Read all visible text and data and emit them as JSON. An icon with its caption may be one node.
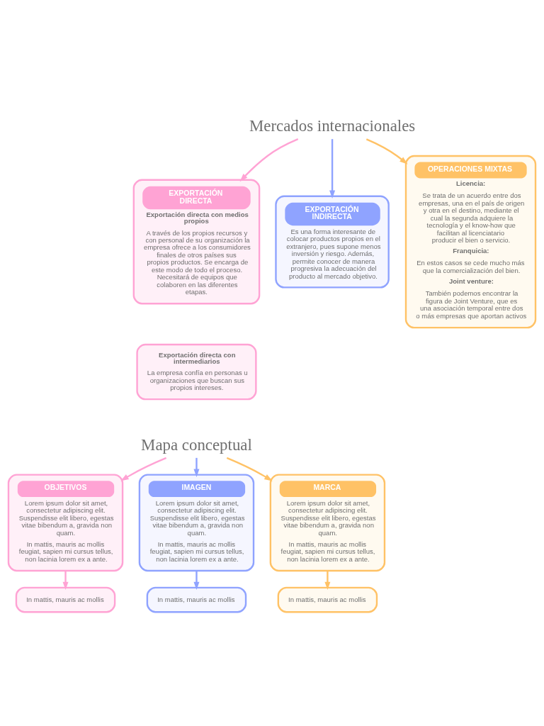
{
  "diagram": {
    "nodes": [
      {
        "text": [
          "Mercados internacionales"
        ]
      },
      {
        "text": [
          "EXPORTACIÓN DIRECTA",
          "Exportación directa con medios propios",
          "A través de los propios recursos y con personal de su organización la empresa ofrece a los consumidores finales de otros países sus propios productos. Se encarga de este modo de todo el proceso. Necesitará de equipos que colaboren en las diferentes etapas."
        ]
      },
      {
        "text": [
          "Exportación directa con intermediarios",
          "La empresa confía en personas u organizaciones que buscan sus propios intereses."
        ]
      },
      {
        "text": [
          "EXPORTACIÓN INDIRECTA",
          "Es una forma interesante de colocar productos propios en el extranjero, pues supone menos inversión y riesgo. Además, permite conocer de manera progresiva la adecuación del producto al mercado objetivo."
        ]
      },
      {
        "text": [
          "OPERACIONES MIXTAS",
          "Licencia:",
          "Se trata de un acuerdo entre dos empresas, una en el país de origen y otra en el destino, mediante el cual la segunda adquiere la tecnología y el know-how que facilitan al licenciatario producir el bien o servicio.",
          "Franquicia:",
          "En estos casos se cede mucho más que la comercialización del bien.",
          "Joint venture:",
          "También podemos encontrar la figura de Joint Venture, que es una asociación temporal entre dos o más empresas que aportan activos"
        ]
      },
      {
        "text": [
          "Mapa conceptual"
        ]
      },
      {
        "text": [
          "OBJETIVOS",
          "Lorem ipsum dolor sit amet, consectetur adipiscing elit. Suspendisse elit libero, egestas vitae bibendum a, gravida non quam.",
          "In mattis, mauris ac mollis feugiat, sapien mi cursus tellus, non lacinia lorem ex a ante."
        ]
      },
      {
        "text": [
          "IMAGEN",
          "Lorem ipsum dolor sit amet, consectetur adipiscing elit. Suspendisse elit libero, egestas vitae bibendum a, gravida non quam.",
          "In mattis, mauris ac mollis feugiat, sapien mi cursus tellus, non lacinia lorem ex a ante."
        ]
      },
      {
        "text": [
          "MARCA",
          "Lorem ipsum dolor sit amet, consectetur adipiscing elit. Suspendisse elit libero, egestas vitae bibendum a, gravida non quam.",
          "In mattis, mauris ac mollis feugiat, sapien mi cursus tellus, non lacinia lorem ex a ante."
        ]
      },
      {
        "text": [
          "In mattis, mauris ac mollis"
        ]
      },
      {
        "text": [
          "In mattis, mauris ac mollis"
        ]
      },
      {
        "text": [
          "In mattis, mauris ac mollis"
        ]
      }
    ],
    "edges": [
      {
        "from": 0,
        "to": 1,
        "arrow": "to",
        "color": "#ffa3d4"
      },
      {
        "from": 0,
        "to": 3,
        "arrow": "to",
        "color": "#8fa3ff"
      },
      {
        "from": 0,
        "to": 4,
        "arrow": "to",
        "color": "#ffc266"
      },
      {
        "from": 5,
        "to": 6,
        "arrow": "to",
        "color": "#ffa3d4"
      },
      {
        "from": 5,
        "to": 7,
        "arrow": "to",
        "color": "#8fa3ff"
      },
      {
        "from": 5,
        "to": 8,
        "arrow": "to",
        "color": "#ffc266"
      },
      {
        "from": 6,
        "to": 9,
        "arrow": "to",
        "color": "#ffa3d4"
      },
      {
        "from": 7,
        "to": 10,
        "arrow": "to",
        "color": "#8fa3ff"
      },
      {
        "from": 8,
        "to": 11,
        "arrow": "to",
        "color": "#ffc266"
      }
    ]
  }
}
